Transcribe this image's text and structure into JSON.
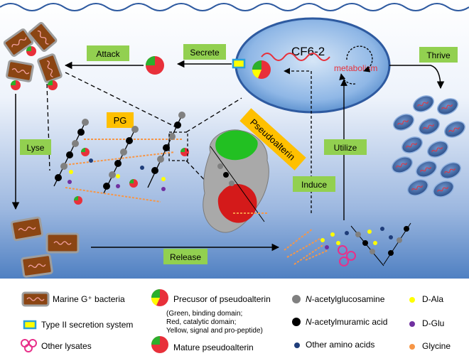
{
  "labels": {
    "cell": "CF6-2",
    "metabolism": "metabolism",
    "attack": "Attack",
    "secrete": "Secrete",
    "thrive": "Thrive",
    "lyse": "Lyse",
    "pg": "PG",
    "pseudoalterin": "Pseudoalterin",
    "utilize": "Utilize",
    "induce": "Induce",
    "release": "Release"
  },
  "legend": {
    "marine_bacteria": "Marine G⁺ bacteria",
    "secretion_system": "Type II secretion system",
    "other_lysates": "Other lysates",
    "precursor": "Precusor of pseudoalterin",
    "precursor_note_1": "(Green, binding domain;",
    "precursor_note_2": "Red, catalytic domain;",
    "precursor_note_3": "Yellow, signal and pro-peptide)",
    "mature": "Mature pseudoalterin",
    "n_acetylglucosamine_prefix": "N",
    "n_acetylglucosamine_rest": "-acetylglucosamine",
    "n_acetylmuramic_prefix": "N",
    "n_acetylmuramic_rest": "-acetylmuramic acid",
    "other_amino_acids": "Other amino acids",
    "d_ala": "D-Ala",
    "d_glu": "D-Glu",
    "glycine": "Glycine"
  },
  "colors": {
    "label_box_green": "#92d050",
    "pg_box": "#ffc000",
    "pseudoalterin_box": "#ffc000",
    "cell_fill": "#5b9bd5",
    "bacteria_fill": "#8b4513",
    "dotted_arrow": "#000000",
    "water_top": "#ffffff",
    "water_bottom": "#4a7cc0",
    "nag": "#808080",
    "nam": "#000000",
    "other_aa": "#1f3d7a",
    "d_ala": "#ffff00",
    "d_glu": "#7030a0",
    "glycine": "#f79646"
  }
}
